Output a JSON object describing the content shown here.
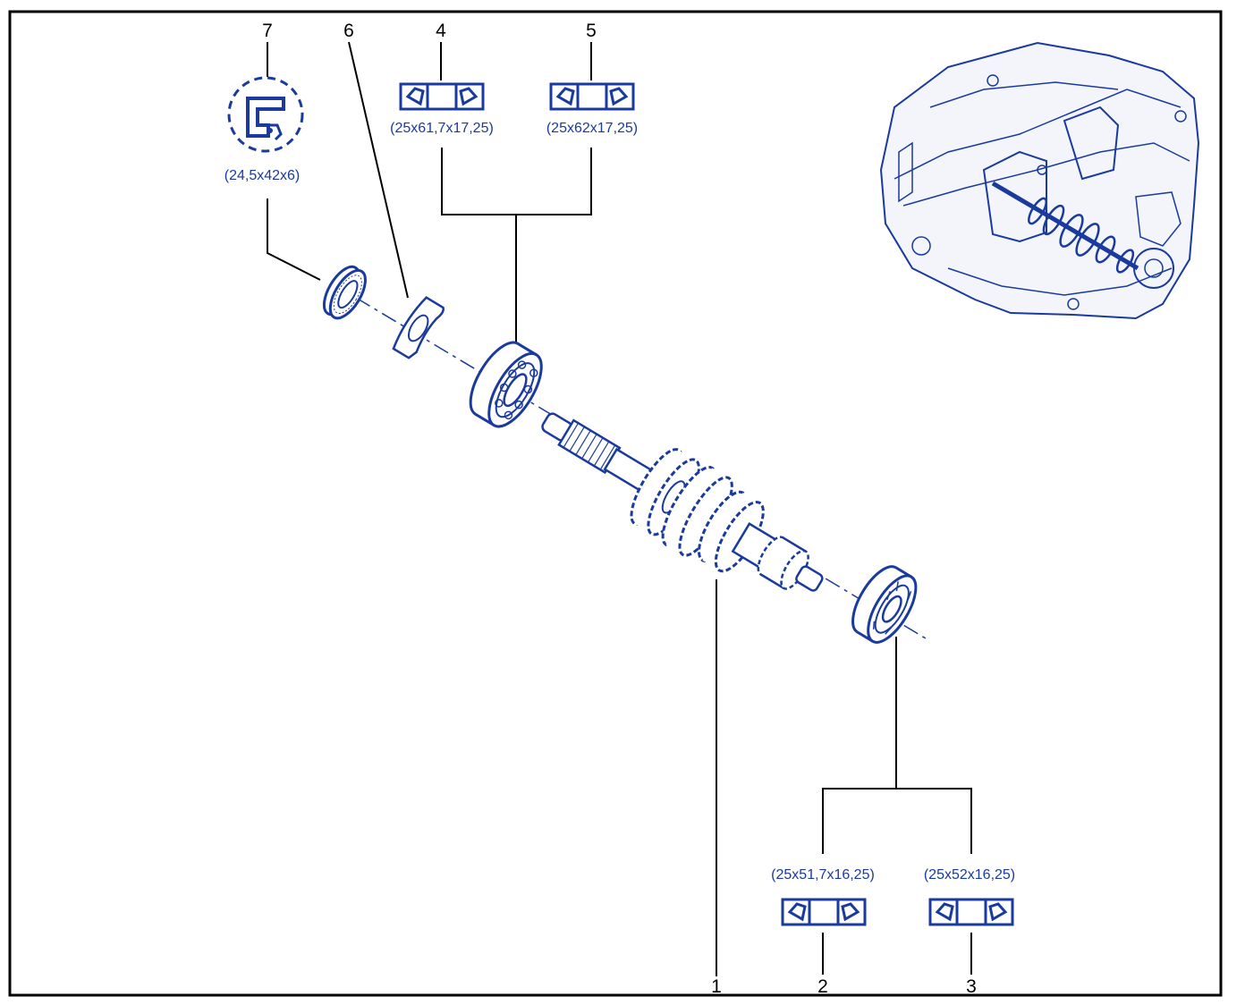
{
  "callouts": [
    {
      "id": "1",
      "label": "1"
    },
    {
      "id": "2",
      "label": "2"
    },
    {
      "id": "3",
      "label": "3"
    },
    {
      "id": "4",
      "label": "4"
    },
    {
      "id": "5",
      "label": "5"
    },
    {
      "id": "6",
      "label": "6"
    },
    {
      "id": "7",
      "label": "7"
    }
  ],
  "dimensions": {
    "seal_7": "(24,5x42x6)",
    "bearing_4": "(25x61,7x17,25)",
    "bearing_5": "(25x62x17,25)",
    "bearing_2": "(25x51,7x16,25)",
    "bearing_3": "(25x52x16,25)"
  },
  "icons": {
    "seal": "oil-seal-icon",
    "bearing": "tapered-bearing-icon"
  },
  "colors": {
    "line_art": "#1a3a9e",
    "leader_lines": "#000000"
  }
}
